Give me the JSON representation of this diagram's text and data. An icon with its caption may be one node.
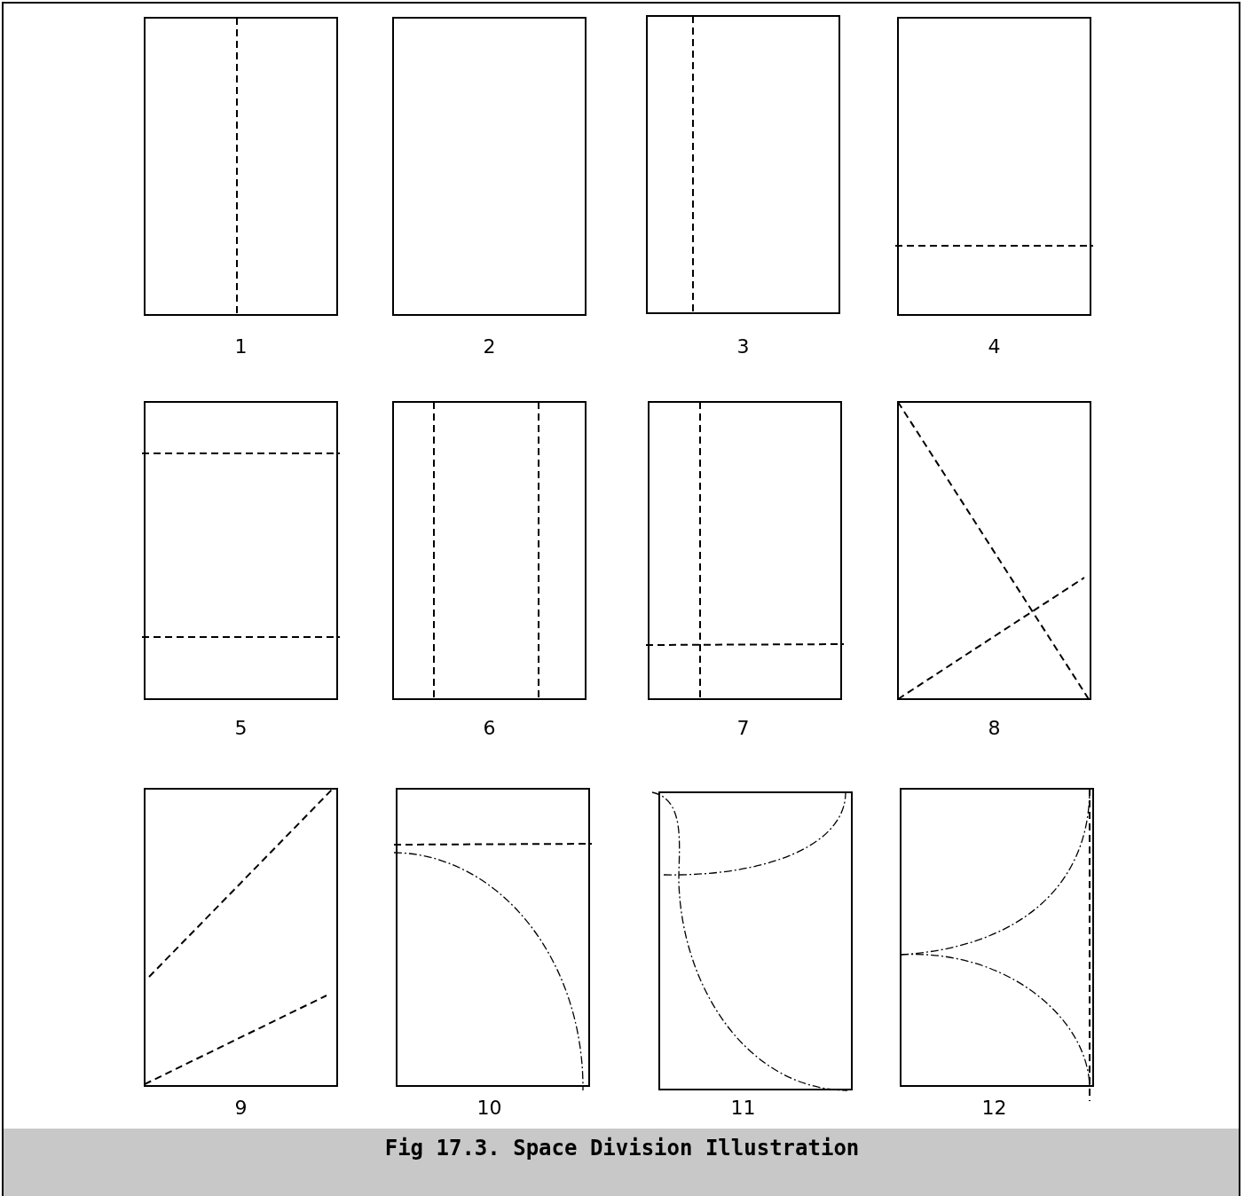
{
  "diagram": {
    "caption": "Fig 17.3. Space Division Illustration",
    "labels": [
      "1",
      "2",
      "3",
      "4",
      "5",
      "6",
      "7",
      "8",
      "9",
      "10",
      "11",
      "12"
    ]
  }
}
